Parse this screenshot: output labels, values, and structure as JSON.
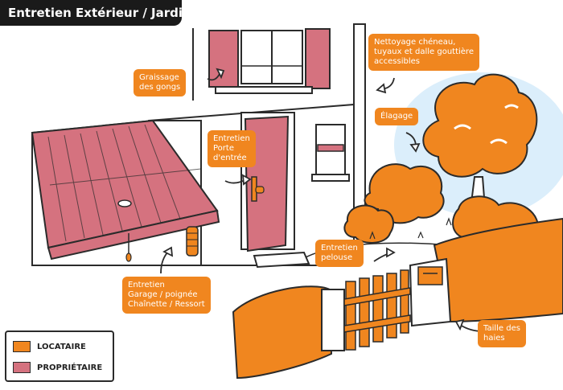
{
  "title": "Entretien Extérieur / Jardin",
  "colors": {
    "locataire": "#f0861f",
    "proprietaire": "#d5727f",
    "outline": "#2b2b2b"
  },
  "labels": {
    "graissage": "Graissage\ndes gongs",
    "porte": "Entretien\nPorte\nd'entrée",
    "cheneau": "Nettoyage chéneau,\ntuyaux et dalle gouttière\naccessibles",
    "elagage": "Élagage",
    "pelouse": "Entretien\npelouse",
    "garage": "Entretien\nGarage / poignée\nChaînette / Ressort",
    "haies": "Taille des\nhaies"
  },
  "legend": {
    "locataire": "LOCATAIRE",
    "proprietaire": "PROPRIÉTAIRE"
  }
}
